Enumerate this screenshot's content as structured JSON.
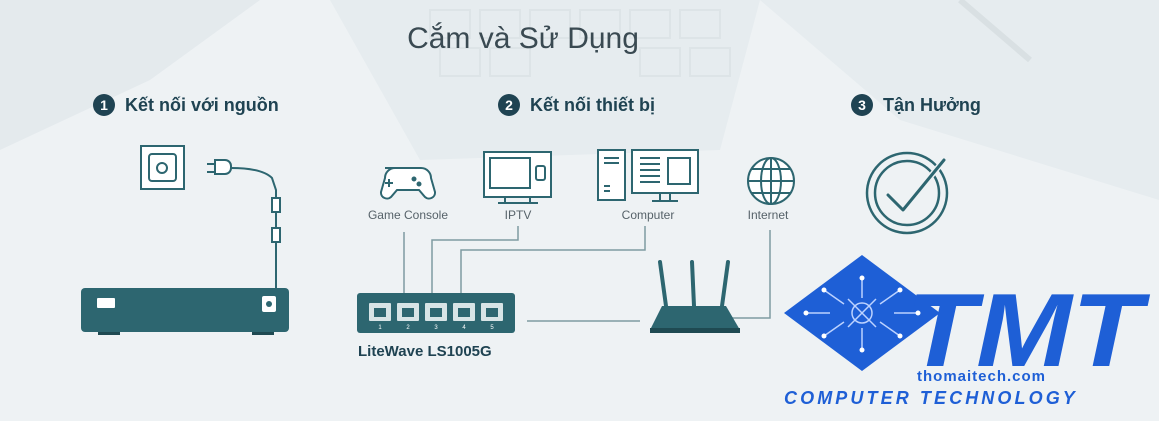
{
  "title": "Cắm và Sử Dụng",
  "steps": [
    {
      "number": "1",
      "label": "Kết nối với nguồn"
    },
    {
      "number": "2",
      "label": "Kết nối thiết bị"
    },
    {
      "number": "3",
      "label": "Tận Hưởng"
    }
  ],
  "devices": {
    "game_console": "Game Console",
    "iptv": "IPTV",
    "computer": "Computer",
    "internet": "Internet"
  },
  "switch": {
    "model": "LiteWave LS1005G",
    "port_numbers": [
      "1",
      "2",
      "3",
      "4",
      "5"
    ]
  },
  "watermark": {
    "logo_text": "TMT",
    "website": "thomaitech.com",
    "tagline": "COMPUTER TECHNOLOGY"
  },
  "colors": {
    "primary": "#2d6670",
    "dark_text": "#1f4352",
    "brand_blue": "#1e5fd6"
  }
}
